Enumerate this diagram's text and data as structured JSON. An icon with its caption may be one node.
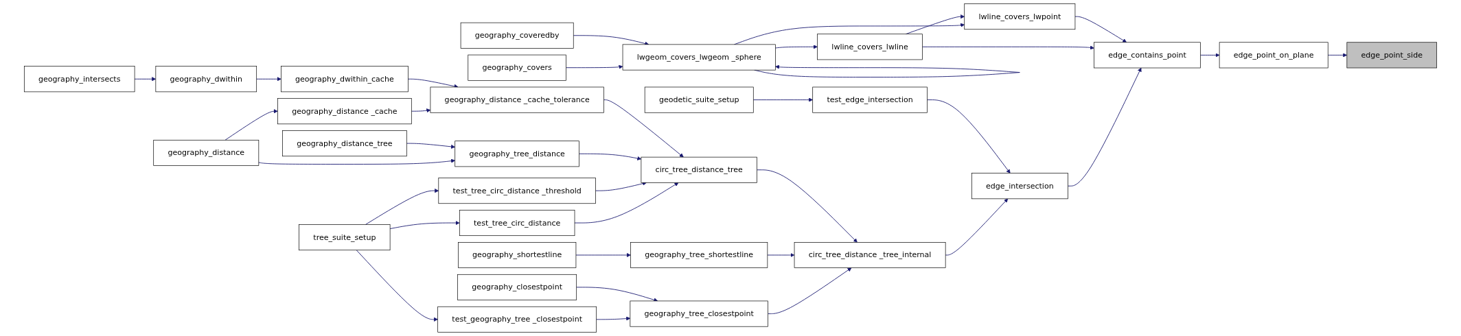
{
  "diagram": {
    "nodes": [
      {
        "text": [
          "geography_intersects"
        ]
      },
      {
        "text": [
          "geography_distance"
        ]
      },
      {
        "text": [
          "tree_suite_setup"
        ]
      },
      {
        "text": [
          "geography_dwithin"
        ]
      },
      {
        "text": [
          "geography_distance_tree"
        ]
      },
      {
        "text": [
          "geography_distance _cache"
        ]
      },
      {
        "text": [
          "geography_dwithin_cache"
        ]
      },
      {
        "text": [
          "test_geography_tree _closestpoint"
        ]
      },
      {
        "text": [
          "geography_closestpoint"
        ]
      },
      {
        "text": [
          "geography_shortestline"
        ]
      },
      {
        "text": [
          "test_tree_circ_distance"
        ]
      },
      {
        "text": [
          "test_tree_circ_distance _threshold"
        ]
      },
      {
        "text": [
          "geography_tree_distance"
        ]
      },
      {
        "text": [
          "geography_distance _cache_tolerance"
        ]
      },
      {
        "text": [
          "geography_covers"
        ]
      },
      {
        "text": [
          "geography_coveredby"
        ]
      },
      {
        "text": [
          "geography_tree_closestpoint"
        ]
      },
      {
        "text": [
          "geography_tree_shortestline"
        ]
      },
      {
        "text": [
          "circ_tree_distance_tree"
        ]
      },
      {
        "text": [
          "geodetic_suite_setup"
        ]
      },
      {
        "text": [
          "lwgeom_covers_lwgeom _sphere"
        ]
      },
      {
        "text": [
          "circ_tree_distance _tree_internal"
        ]
      },
      {
        "text": [
          "test_edge_intersection"
        ]
      },
      {
        "text": [
          "lwline_covers_lwline"
        ]
      },
      {
        "text": [
          "edge_intersection"
        ]
      },
      {
        "text": [
          "lwline_covers_lwpoint"
        ]
      },
      {
        "text": [
          "edge_contains_point"
        ]
      },
      {
        "text": [
          "edge_point_on_plane"
        ]
      },
      {
        "text": [
          "edge_point_side"
        ]
      }
    ],
    "edges": [
      {
        "from": 27,
        "to": 28,
        "arrow": "to"
      },
      {
        "from": 26,
        "to": 27,
        "arrow": "to"
      },
      {
        "from": 24,
        "to": 26,
        "arrow": "to"
      },
      {
        "from": 23,
        "to": 26,
        "arrow": "to"
      },
      {
        "from": 25,
        "to": 26,
        "arrow": "to"
      },
      {
        "from": 21,
        "to": 24,
        "arrow": "to"
      },
      {
        "from": 22,
        "to": 24,
        "arrow": "to"
      },
      {
        "from": 19,
        "to": 22,
        "arrow": "to"
      },
      {
        "from": 16,
        "to": 21,
        "arrow": "to"
      },
      {
        "from": 17,
        "to": 21,
        "arrow": "to"
      },
      {
        "from": 18,
        "to": 21,
        "arrow": "to"
      },
      {
        "from": 7,
        "to": 16,
        "arrow": "to"
      },
      {
        "from": 8,
        "to": 16,
        "arrow": "to"
      },
      {
        "from": 9,
        "to": 17,
        "arrow": "to"
      },
      {
        "from": 10,
        "to": 18,
        "arrow": "to"
      },
      {
        "from": 11,
        "to": 18,
        "arrow": "to"
      },
      {
        "from": 12,
        "to": 18,
        "arrow": "to"
      },
      {
        "from": 13,
        "to": 18,
        "arrow": "to"
      },
      {
        "from": 2,
        "to": 7,
        "arrow": "to"
      },
      {
        "from": 2,
        "to": 10,
        "arrow": "to"
      },
      {
        "from": 2,
        "to": 11,
        "arrow": "to"
      },
      {
        "from": 1,
        "to": 12,
        "arrow": "to"
      },
      {
        "from": 4,
        "to": 12,
        "arrow": "to"
      },
      {
        "from": 1,
        "to": 5,
        "arrow": "to"
      },
      {
        "from": 5,
        "to": 13,
        "arrow": "to"
      },
      {
        "from": 6,
        "to": 13,
        "arrow": "to"
      },
      {
        "from": 3,
        "to": 6,
        "arrow": "to"
      },
      {
        "from": 0,
        "to": 3,
        "arrow": "to"
      },
      {
        "from": 20,
        "to": 20,
        "arrow": "to"
      },
      {
        "from": 20,
        "to": 23,
        "arrow": "to"
      },
      {
        "from": 20,
        "to": 25,
        "arrow": "to"
      },
      {
        "from": 23,
        "to": 25,
        "arrow": "to"
      },
      {
        "from": 14,
        "to": 20,
        "arrow": "to"
      },
      {
        "from": 15,
        "to": 20,
        "arrow": "to"
      }
    ]
  }
}
